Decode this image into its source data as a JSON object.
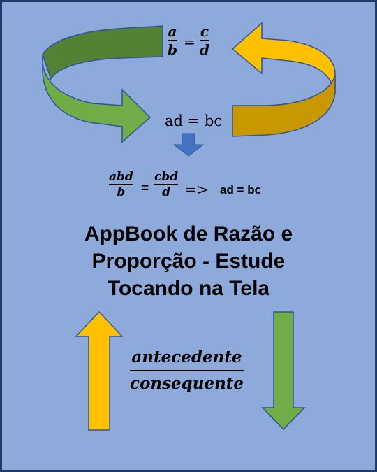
{
  "formula_top": {
    "numerator_left": "a",
    "denominator_left": "b",
    "equals": "=",
    "numerator_right": "c",
    "denominator_right": "d"
  },
  "cross_product": "ad = bc",
  "formula_middle": {
    "numerator_left": "abd",
    "denominator_left": "b",
    "equals": "=",
    "numerator_right": "cbd",
    "denominator_right": "d",
    "implies": "=>",
    "result": "ad = bc"
  },
  "title_lines": [
    "AppBook de Razão e",
    "Proporção - Estude",
    "Tocando na Tela"
  ],
  "ratio": {
    "numerator": "antecedente",
    "denominator": "consequente"
  },
  "colors": {
    "background": "#8eaadb",
    "border": "#1f3864",
    "green_dark": "#548235",
    "green_light": "#70ad47",
    "yellow": "#ffc000",
    "yellow_dark": "#c99700",
    "blue_arrow": "#4472c4"
  },
  "icons": {
    "left_arrow": "curved-arrow-right",
    "right_arrow": "curved-arrow-left",
    "down_arrow_small": "arrow-down-icon",
    "up_arrow": "arrow-up-icon",
    "down_arrow": "arrow-down-icon"
  }
}
